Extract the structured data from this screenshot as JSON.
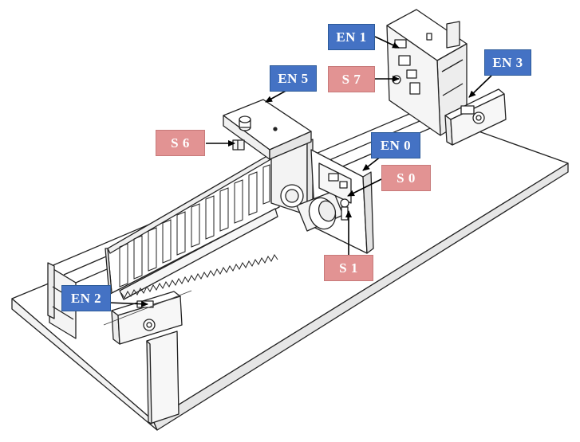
{
  "colors": {
    "en_label": "#4472c4",
    "s_label": "#e29393",
    "line": "#222222",
    "pointer": "#000000"
  },
  "labels": {
    "en0": "EN 0",
    "en1": "EN 1",
    "en2": "EN 2",
    "en3": "EN 3",
    "en5": "EN 5",
    "s0": "S 0",
    "s1": "S 1",
    "s6": "S 6",
    "s7": "S 7"
  }
}
